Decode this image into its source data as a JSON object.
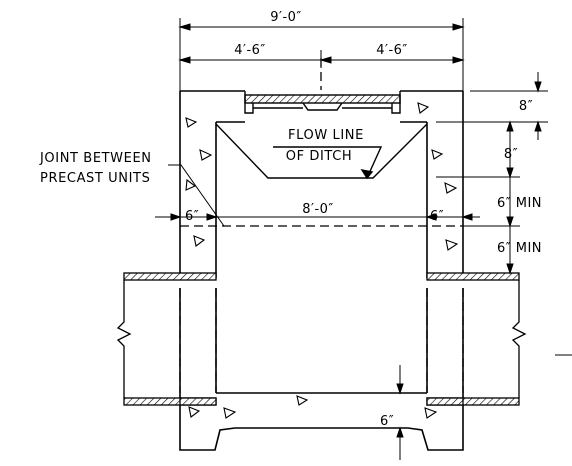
{
  "dimensions": {
    "overall_width": "9′-0″",
    "half_width_left": "4′-6″",
    "half_width_right": "4′-6″",
    "inner_width": "8′-0″",
    "wall_left": "6″",
    "wall_right": "6″",
    "top_slab": "8″",
    "depth_to_joint": "8″",
    "joint_min": "6″ MIN",
    "pipe_min": "6″ MIN",
    "floor": "6″"
  },
  "notes": {
    "joint_line1": "JOINT BETWEEN",
    "joint_line2": "PRECAST UNITS",
    "flow_line1": "FLOW LINE",
    "flow_line2": "OF DITCH"
  },
  "colors": {
    "line": "#000000",
    "background": "#ffffff"
  }
}
